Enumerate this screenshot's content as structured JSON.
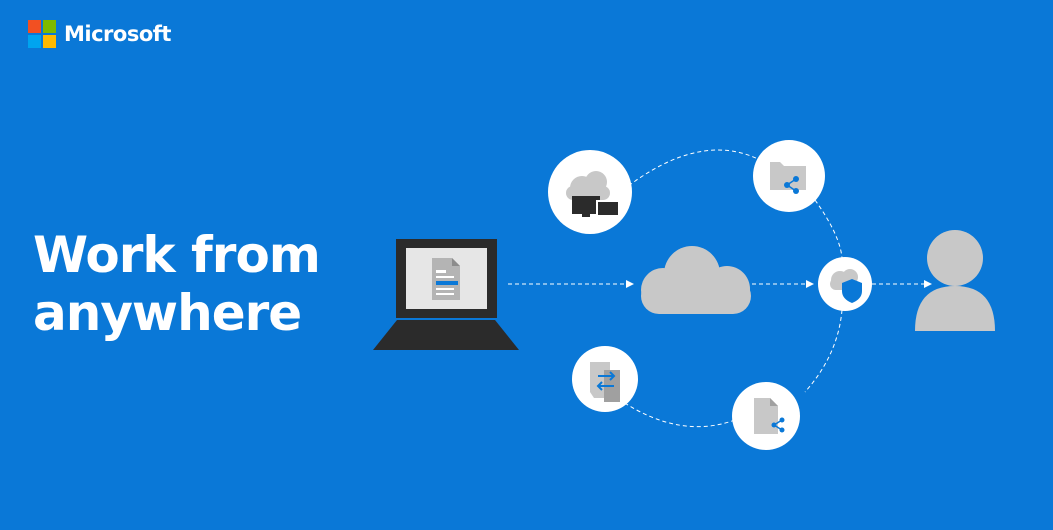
{
  "brand": {
    "name": "Microsoft",
    "logo_colors": [
      "#f25022",
      "#7fba00",
      "#00a4ef",
      "#ffb900"
    ]
  },
  "headline": {
    "line1": "Work from",
    "line2": "anywhere"
  },
  "colors": {
    "background": "#0a78d7",
    "icon_gray": "#c8c8c8",
    "accent_blue": "#0a78d7",
    "laptop_dark": "#2b2b2b"
  },
  "diagram": {
    "icons": [
      "laptop-document-icon",
      "cloud-icon",
      "cloud-devices-icon",
      "shared-folder-icon",
      "cloud-security-shield-icon",
      "file-transfer-icon",
      "shared-document-icon",
      "user-icon"
    ]
  }
}
